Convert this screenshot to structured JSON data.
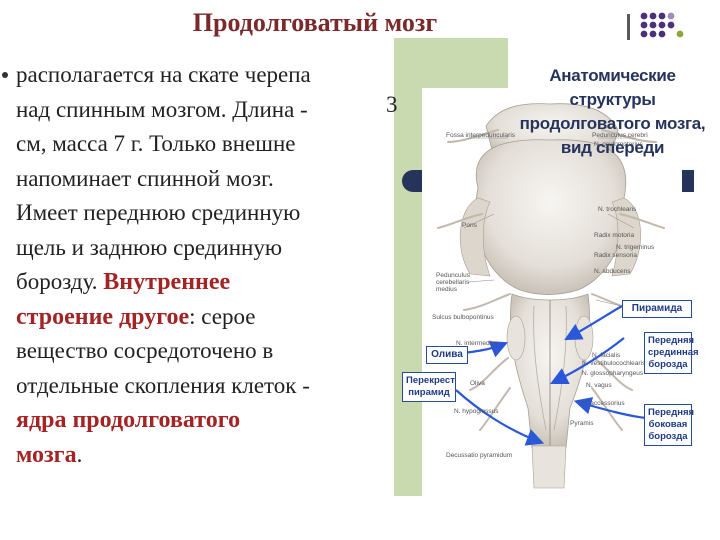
{
  "slide": {
    "title": "Продолговатый мозг",
    "body": {
      "line1": "располагается на скате черепа",
      "line2": "над спинным мозгом. Длина -",
      "line2_tail": "3",
      "line3": "см,  масса 7 г. Только внешне",
      "line4": "напоминает спинной мозг.",
      "line5": "Имеет переднюю срединную",
      "line6": "щель и заднюю срединную",
      "line7_a": "борозду. ",
      "line7_red": "Внутреннее",
      "line8_red": "строение другое",
      "line8_b": ": серое",
      "line9": "вещество сосредоточено в",
      "line10": "отдельные скопления клеток -",
      "line11_red": "ядра продолговатого",
      "line12_red": "мозга",
      "line12_end": "."
    }
  },
  "figure": {
    "title_line1": "Анатомические структуры",
    "title_line2": "продолговатого мозга, вид спереди",
    "callouts": {
      "piramida": "Пирамида",
      "oliva": "Олива",
      "perekrest_1": "Перекрест",
      "perekrest_2": "пирамид",
      "median_1": "Передняя",
      "median_2": "срединная",
      "median_3": "борозда",
      "lateral_1": "Передняя",
      "lateral_2": "боковая",
      "lateral_3": "борозда"
    },
    "latin_labels": {
      "l1": "Fossa interpeduncularis",
      "l2": "Pedunculus cerebri",
      "l3": "N. oculomotorius",
      "l4": "N. trochlearis",
      "l5": "Pons",
      "l6": "Radix motoria",
      "l7": "Radix sensoria",
      "l8": "N. trigeminus",
      "l9": "Pedunculus cerebellaris medius",
      "l10": "N. abducens",
      "l11": "Sulcus bulbopontinus",
      "l12": "N. facialis",
      "l13": "N. intermedius",
      "l14": "N. vestibulocochlearis",
      "l15": "N. glossopharyngeus",
      "l16": "Oliva",
      "l17": "N. vagus",
      "l18": "N. hypoglossus",
      "l19": "N. accessorius",
      "l20": "Pyramis",
      "l21": "Decussatio pyramidum"
    },
    "colors": {
      "title": "#26345c",
      "callout": "#1f3a84",
      "arrow": "#2b57d9",
      "panel": "#c9d9b0"
    }
  }
}
